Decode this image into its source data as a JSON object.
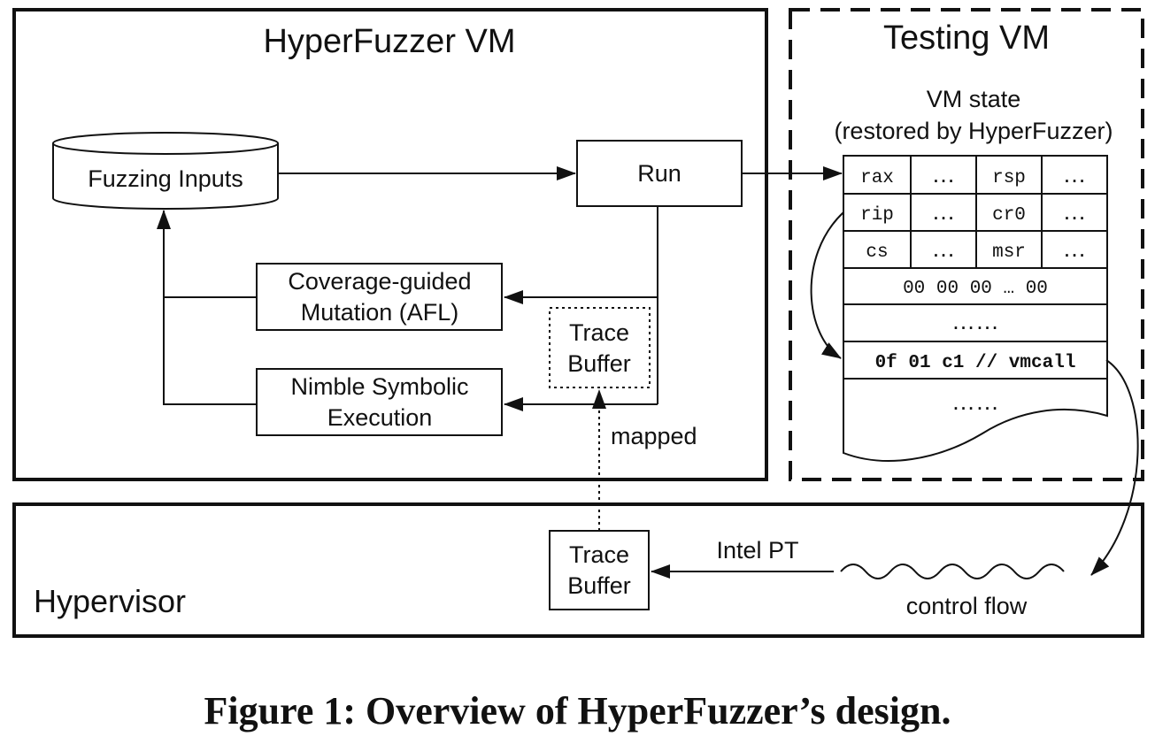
{
  "hyperfuzzer_vm": {
    "title": "HyperFuzzer VM",
    "fuzzing_inputs": "Fuzzing Inputs",
    "run": "Run",
    "mutation_line1": "Coverage-guided",
    "mutation_line2": "Mutation (AFL)",
    "symbolic_line1": "Nimble Symbolic",
    "symbolic_line2": "Execution",
    "trace_buffer_line1": "Trace",
    "trace_buffer_line2": "Buffer",
    "mapped": "mapped"
  },
  "testing_vm": {
    "title": "Testing VM",
    "state_line1": "VM state",
    "state_line2": "(restored by HyperFuzzer)",
    "registers": [
      [
        "rax",
        "…",
        "rsp",
        "…"
      ],
      [
        "rip",
        "…",
        "cr0",
        "…"
      ],
      [
        "cs",
        "…",
        "msr",
        "…"
      ]
    ],
    "memory_row": "00 00 00 … 00",
    "ellipsis_row": "……",
    "vmcall_row": "0f 01 c1 // vmcall",
    "ellipsis_bottom": "……"
  },
  "hypervisor": {
    "title": "Hypervisor",
    "trace_buffer_line1": "Trace",
    "trace_buffer_line2": "Buffer",
    "intel_pt": "Intel PT",
    "control_flow": "control flow"
  },
  "caption": "Figure 1: Overview of HyperFuzzer’s design."
}
